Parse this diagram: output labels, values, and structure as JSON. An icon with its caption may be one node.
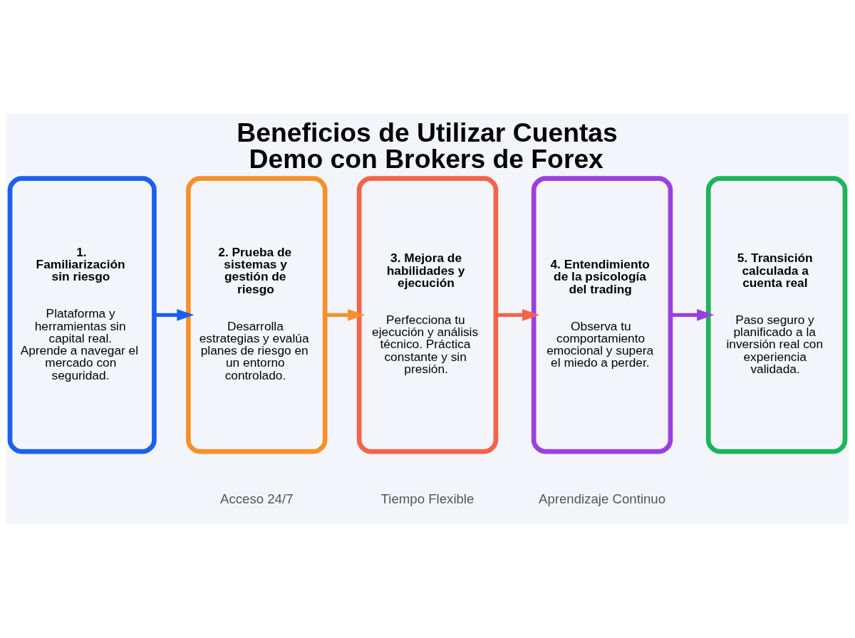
{
  "diagram": {
    "title": "Beneficios de Utilizar Cuentas Demo con Brokers de Forex",
    "nodes": [
      {
        "text": [
          "1. Familiarización sin riesgo",
          "Plataforma y herramientas sin capital real. Aprende a navegar el mercado con seguridad."
        ]
      },
      {
        "text": [
          "2. Prueba de sistemas y gestión de riesgo",
          "Desarrolla estrategias y evalúa planes de riesgo en un entorno controlado."
        ]
      },
      {
        "text": [
          "3. Mejora de habilidades y ejecución",
          "Perfecciona tu ejecución y análisis técnico. Práctica constante y sin presión."
        ]
      },
      {
        "text": [
          "4. Entendimiento de la psicología del trading",
          "Observa tu comportamiento emocional y supera el miedo a perder."
        ]
      },
      {
        "text": [
          "5. Transición calculada a cuenta real",
          "Paso seguro y planificado a la inversión real con experiencia validada."
        ]
      }
    ],
    "edges": [
      {
        "from": 0,
        "to": 1,
        "arrow": "to",
        "color": "#1a5ff0"
      },
      {
        "from": 1,
        "to": 2,
        "arrow": "to",
        "color": "#f7902a"
      },
      {
        "from": 2,
        "to": 3,
        "arrow": "to",
        "color": "#f4634a"
      },
      {
        "from": 3,
        "to": 4,
        "arrow": "to",
        "color": "#9a3fe0"
      }
    ],
    "labels": [
      "Acceso 24/7",
      "Tiempo Flexible",
      "Aprendizaje Continuo"
    ]
  }
}
